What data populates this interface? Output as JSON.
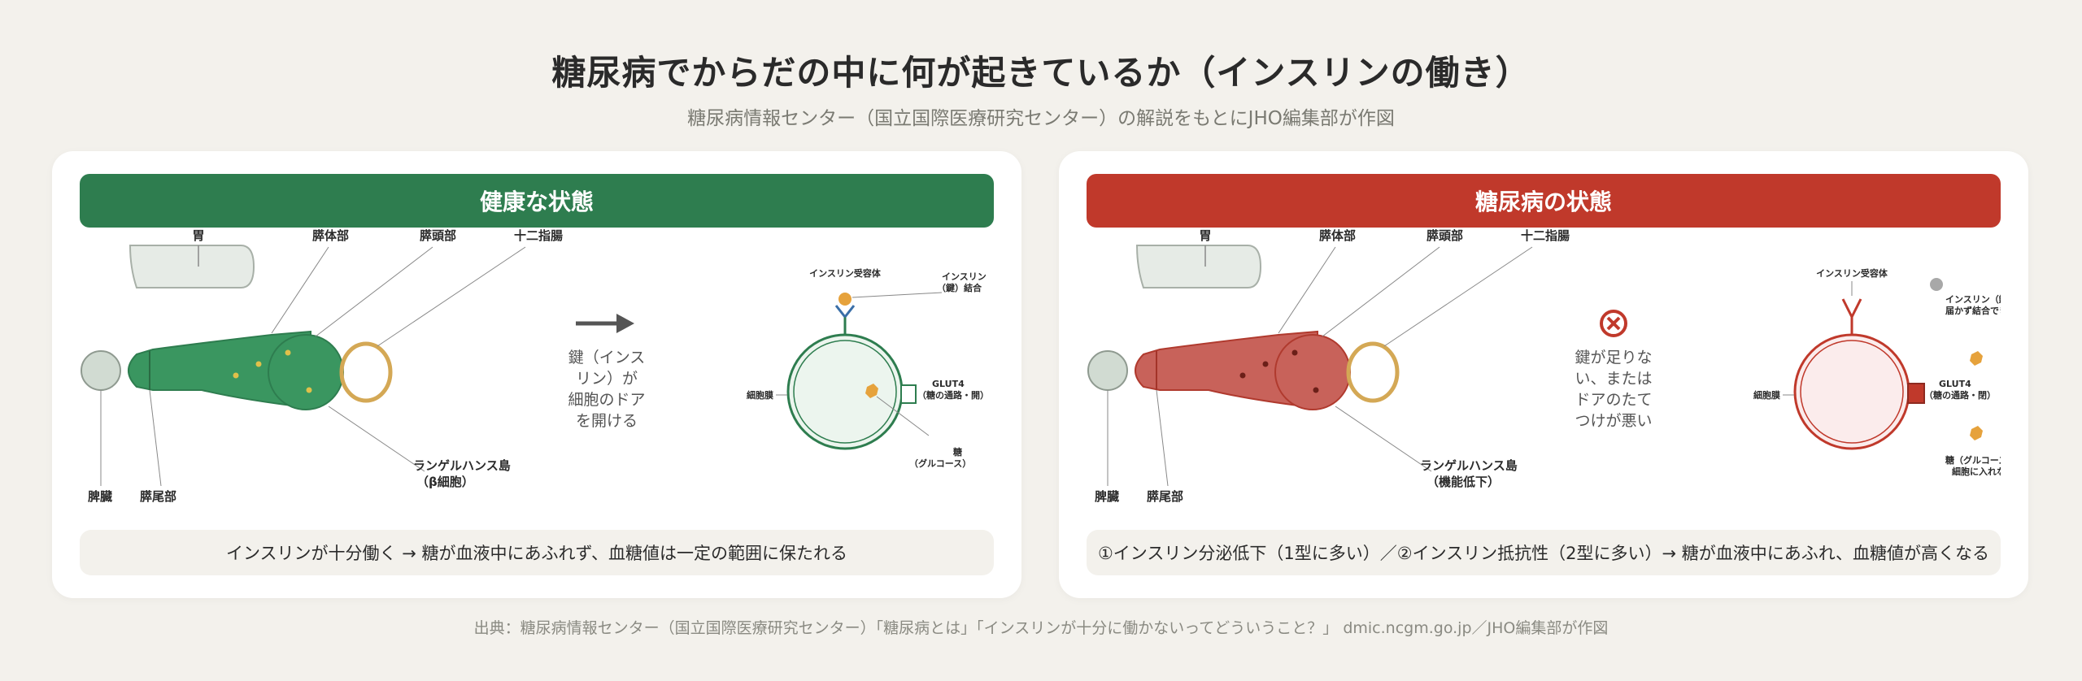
{
  "title": "糖尿病でからだの中に何が起きているか（インスリンの働き）",
  "subtitle": "糖尿病情報センター（国立国際医療研究センター）の解説をもとにJHO編集部が作図",
  "colors": {
    "healthy": "#2e7d4f",
    "diabetes": "#c0392b",
    "islet_ring": "#d4a855",
    "glucose": "#e6a23c"
  },
  "healthy": {
    "banner": "健康な状態",
    "labels": {
      "stomach": "胃",
      "body": "膵体部",
      "head": "膵頭部",
      "duodenum": "十二指腸",
      "spleen": "脾臓",
      "tail": "膵尾部",
      "islet1": "ランゲルハンス島",
      "islet2": "（β細胞）"
    },
    "key_text": [
      "鍵（インス",
      "リン）が",
      "細胞のドア",
      "を開ける"
    ],
    "cell": {
      "receptor": "インスリン受容体",
      "bind1": "インスリン",
      "bind2": "（鍵）結合",
      "membrane": "細胞膜",
      "glut1": "GLUT4",
      "glut2": "（糖の通路・開）",
      "sugar1": "糖",
      "sugar2": "（グルコース）"
    },
    "caption": "インスリンが十分働く → 糖が血液中にあふれず、血糖値は一定の範囲に保たれる"
  },
  "diabetes": {
    "banner": "糖尿病の状態",
    "labels": {
      "stomach": "胃",
      "body": "膵体部",
      "head": "膵頭部",
      "duodenum": "十二指腸",
      "spleen": "脾臓",
      "tail": "膵尾部",
      "islet1": "ランゲルハンス島",
      "islet2": "（機能低下）"
    },
    "key_text": [
      "鍵が足りな",
      "い、または",
      "ドアのたて",
      "つけが悪い"
    ],
    "cell": {
      "receptor": "インスリン受容体",
      "nobind1": "インスリン（鍵）が",
      "nobind2": "届かず結合できない",
      "membrane": "細胞膜",
      "glut1": "GLUT4",
      "glut2": "（糖の通路・閉）",
      "sugar1": "糖（グルコース）が",
      "sugar2": "細胞に入れない"
    },
    "caption": "①インスリン分泌低下（1型に多い）／②インスリン抵抗性（2型に多い）→ 糖が血液中にあふれ、血糖値が高くなる"
  },
  "footer": "出典：糖尿病情報センター（国立国際医療研究センター）「糖尿病とは」「インスリンが十分に働かないってどういうこと？」 dmic.ncgm.go.jp／JHO編集部が作図"
}
